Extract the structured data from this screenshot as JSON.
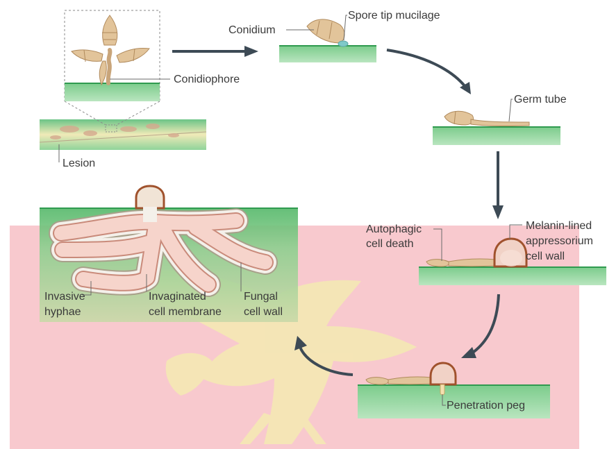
{
  "labels": {
    "conidium": "Conidium",
    "spore_tip_mucilage": "Spore tip mucilage",
    "conidiophore": "Conidiophore",
    "lesion": "Lesion",
    "germ_tube": "Germ tube",
    "autophagic_1": "Autophagic",
    "autophagic_2": "cell death",
    "melanin_1": "Melanin-lined",
    "melanin_2": "appressorium",
    "melanin_3": "cell wall",
    "penetration_peg": "Penetration peg",
    "invasive_1": "Invasive",
    "invasive_2": "hyphae",
    "invaginated_1": "Invaginated",
    "invaginated_2": "cell membrane",
    "fungal_1": "Fungal",
    "fungal_2": "cell wall"
  },
  "colors": {
    "leaf_green": "#8fd49a",
    "leaf_edge": "#2f9a4f",
    "fungus": "#d9b98c",
    "fungus_outline": "#b08a5c",
    "arrow": "#3d4a55",
    "hyphae_fill": "#f3c9c2",
    "watermark_red": "#e9495a",
    "watermark_yellow": "#f3e2a0"
  }
}
